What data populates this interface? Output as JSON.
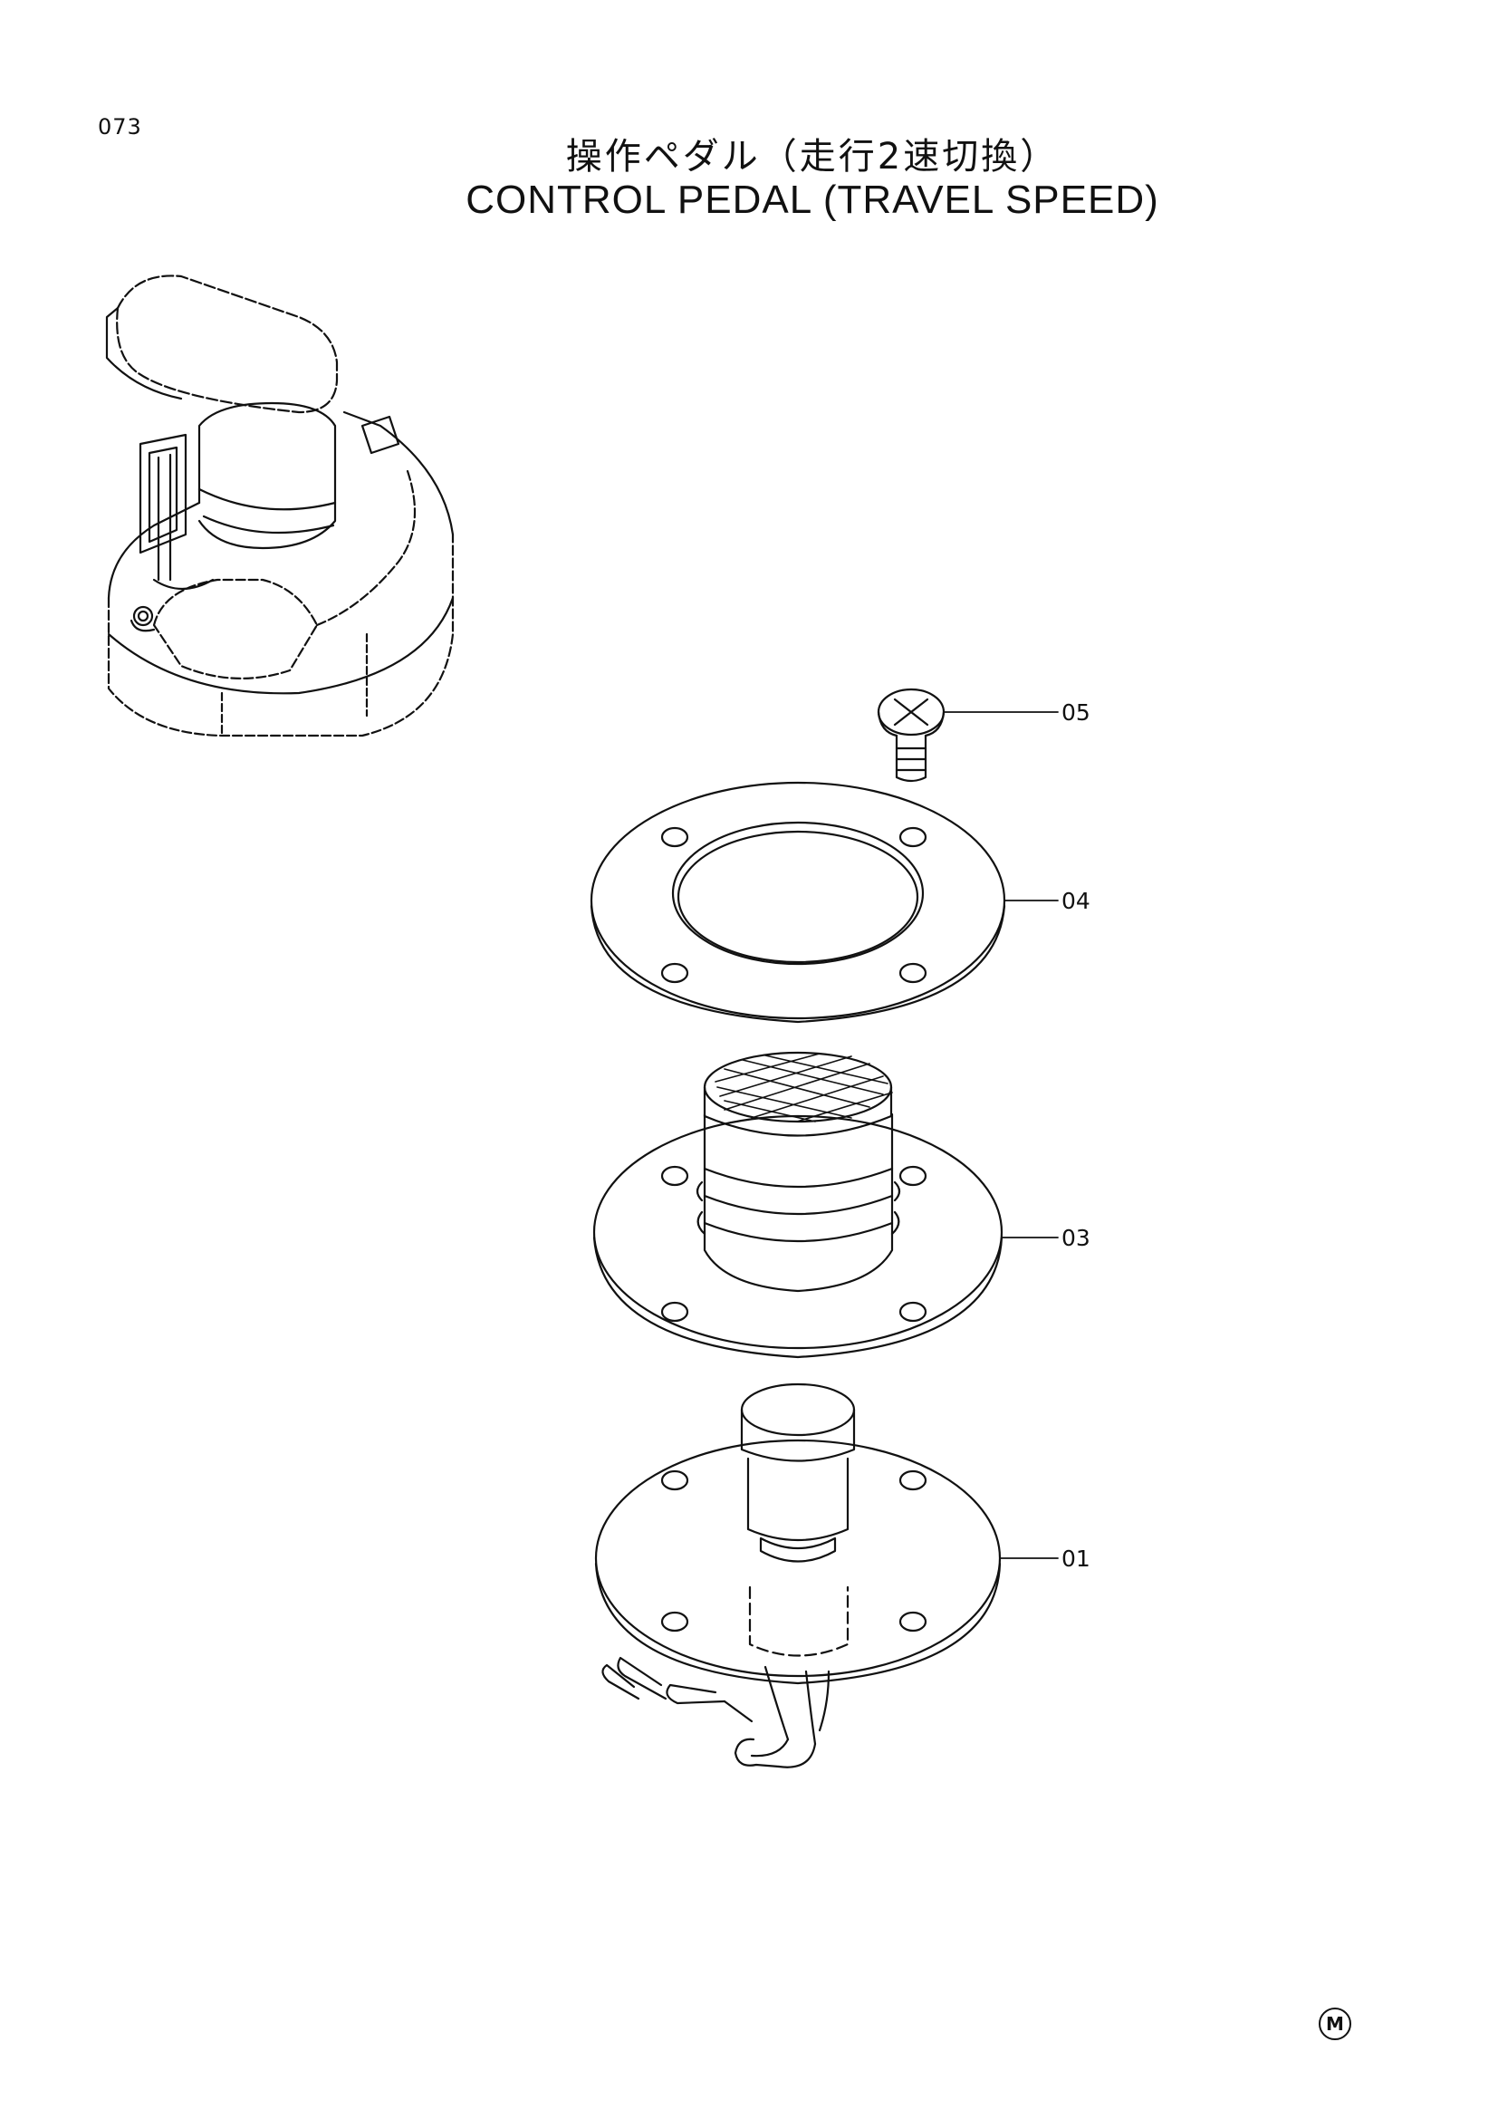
{
  "page": {
    "number": "073"
  },
  "title": {
    "ja": "操作ペダル（走行2速切換）",
    "en": "CONTROL PEDAL (TRAVEL SPEED)"
  },
  "parts": [
    {
      "id": "05",
      "name": "bolt"
    },
    {
      "id": "04",
      "name": "gasket-ring"
    },
    {
      "id": "03",
      "name": "rubber-boot"
    },
    {
      "id": "01",
      "name": "switch-assembly"
    }
  ],
  "mark": "M"
}
